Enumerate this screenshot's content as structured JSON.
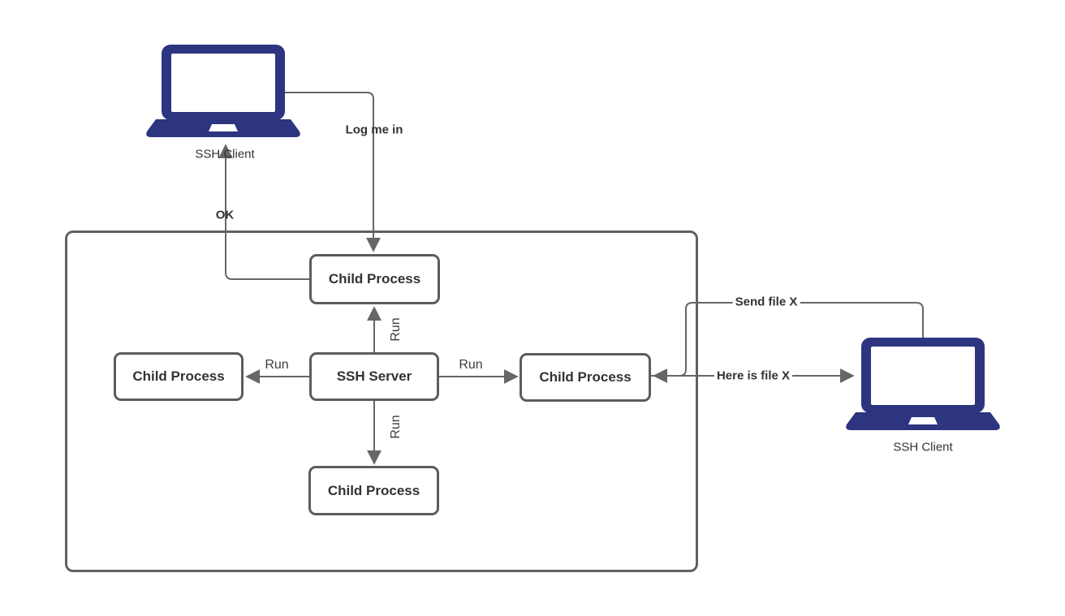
{
  "diagram": {
    "nodes": {
      "ssh_client_top": {
        "label": "SSH Client"
      },
      "ssh_client_right": {
        "label": "SSH Client"
      },
      "ssh_server": {
        "label": "SSH Server"
      },
      "child_top": {
        "label": "Child Process"
      },
      "child_left": {
        "label": "Child Process"
      },
      "child_right": {
        "label": "Child Process"
      },
      "child_bottom": {
        "label": "Child Process"
      }
    },
    "edge_labels": {
      "log_me_in": "Log me in",
      "ok": "OK",
      "run_up": "Run",
      "run_left": "Run",
      "run_right": "Run",
      "run_down": "Run",
      "send_file": "Send file X",
      "here_is_file": "Here is file X"
    },
    "colors": {
      "laptop_fill": "#2d3480",
      "edge_stroke": "#666666",
      "node_border": "#5c5c5c",
      "boundary_border": "#616161",
      "label_text": "#333333",
      "background": "#ffffff"
    }
  }
}
